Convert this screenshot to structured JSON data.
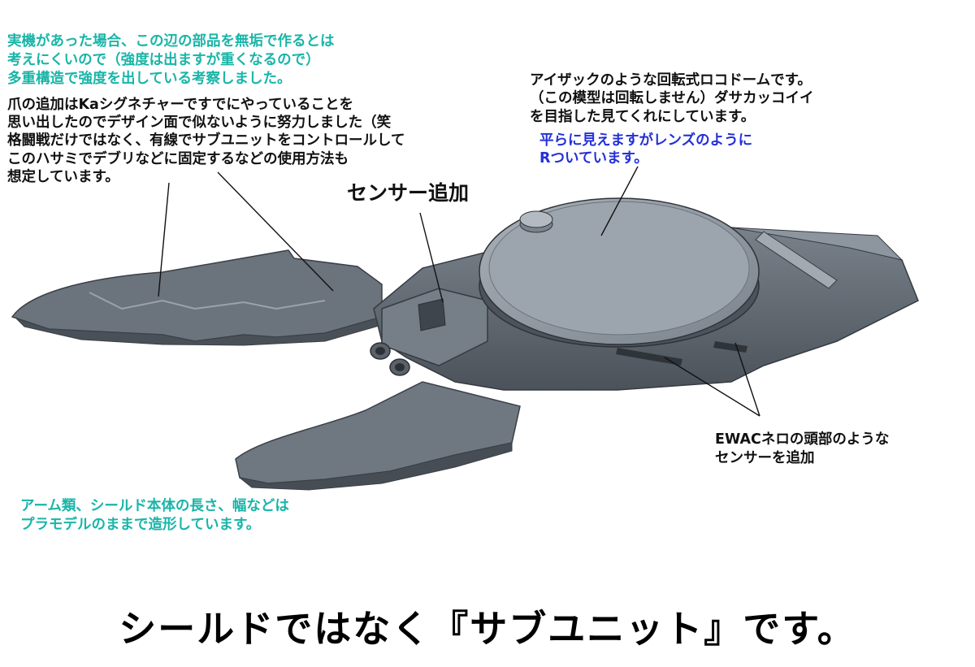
{
  "notes": {
    "top_left_teal": [
      "実機があった場合、この辺の部品を無垢で作るとは",
      "考えにくいので（強度は出ますが重くなるので）",
      "多重構造で強度を出している考察しました。"
    ],
    "claw": [
      "爪の追加はKaシグネチャーですでにやっていることを",
      "思い出したのでデザイン面で似ないように努力しました（笑",
      "格闘戦だけではなく、有線でサブユニットをコントロールして",
      "このハサミでデブリなどに固定するなどの使用方法も",
      "想定しています。"
    ],
    "sensor_add": "センサー追加",
    "rotodome": [
      "アイザックのような回転式ロコドームです。",
      "（この模型は回転しません）ダサカッコイイ",
      "を目指した見てくれにしています。"
    ],
    "lens": [
      "平らに見えますがレンズのように",
      "Rついています。"
    ],
    "ewac": [
      "EWACネロの頭部のような",
      "センサーを追加"
    ],
    "arms": [
      "アーム類、シールド本体の長さ、幅などは",
      "プラモデルのままで造形しています。"
    ]
  },
  "title": "シールドではなく『サブユニット』です。",
  "colors": {
    "teal": "#19b5a8",
    "blue": "#2430d8",
    "body_gray": "#5e6670",
    "dark_gray": "#3f454d",
    "light_gray": "#8b939c"
  }
}
